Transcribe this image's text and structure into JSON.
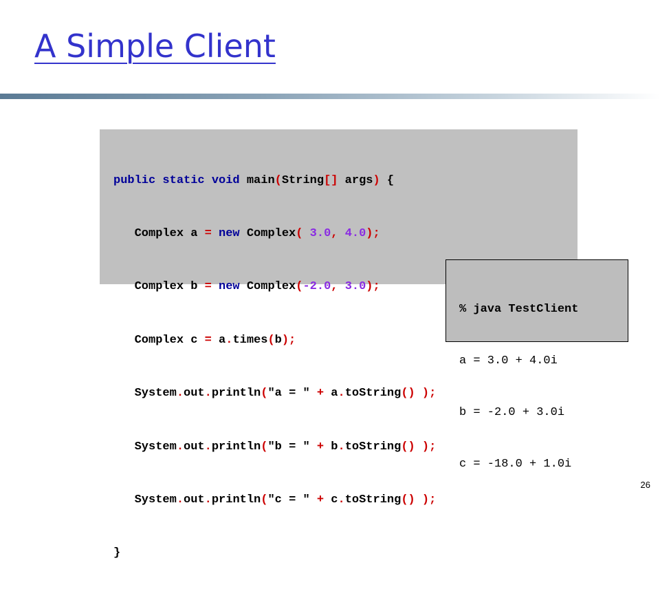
{
  "slide": {
    "title": "A Simple Client",
    "page_number": "26"
  },
  "code": [
    {
      "tokens": [
        {
          "t": "public static void ",
          "c": "kw"
        },
        {
          "t": "main",
          "c": "plain"
        },
        {
          "t": "(",
          "c": "op"
        },
        {
          "t": "String",
          "c": "plain"
        },
        {
          "t": "[]",
          "c": "op"
        },
        {
          "t": " args",
          "c": "plain"
        },
        {
          "t": ")",
          "c": "op"
        },
        {
          "t": " {",
          "c": "plain"
        }
      ]
    },
    {
      "tokens": [
        {
          "t": "   Complex a ",
          "c": "plain"
        },
        {
          "t": "=",
          "c": "op"
        },
        {
          "t": " ",
          "c": "plain"
        },
        {
          "t": "new",
          "c": "kw"
        },
        {
          "t": " Complex",
          "c": "plain"
        },
        {
          "t": "(",
          "c": "op"
        },
        {
          "t": " 3.0",
          "c": "lit"
        },
        {
          "t": ", ",
          "c": "op"
        },
        {
          "t": "4.0",
          "c": "lit"
        },
        {
          "t": ");",
          "c": "op"
        }
      ]
    },
    {
      "tokens": [
        {
          "t": "   Complex b ",
          "c": "plain"
        },
        {
          "t": "=",
          "c": "op"
        },
        {
          "t": " ",
          "c": "plain"
        },
        {
          "t": "new",
          "c": "kw"
        },
        {
          "t": " Complex",
          "c": "plain"
        },
        {
          "t": "(",
          "c": "op"
        },
        {
          "t": "-2.0",
          "c": "lit"
        },
        {
          "t": ", ",
          "c": "op"
        },
        {
          "t": "3.0",
          "c": "lit"
        },
        {
          "t": ");",
          "c": "op"
        }
      ]
    },
    {
      "tokens": [
        {
          "t": "   Complex c ",
          "c": "plain"
        },
        {
          "t": "=",
          "c": "op"
        },
        {
          "t": " a",
          "c": "plain"
        },
        {
          "t": ".",
          "c": "op"
        },
        {
          "t": "times",
          "c": "plain"
        },
        {
          "t": "(",
          "c": "op"
        },
        {
          "t": "b",
          "c": "plain"
        },
        {
          "t": ");",
          "c": "op"
        }
      ]
    },
    {
      "tokens": [
        {
          "t": "   System",
          "c": "plain"
        },
        {
          "t": ".",
          "c": "op"
        },
        {
          "t": "out",
          "c": "plain"
        },
        {
          "t": ".",
          "c": "op"
        },
        {
          "t": "println",
          "c": "plain"
        },
        {
          "t": "(",
          "c": "op"
        },
        {
          "t": "\"a = \"",
          "c": "str"
        },
        {
          "t": " + ",
          "c": "op"
        },
        {
          "t": "a",
          "c": "plain"
        },
        {
          "t": ".",
          "c": "op"
        },
        {
          "t": "toString",
          "c": "plain"
        },
        {
          "t": "()",
          "c": "op"
        },
        {
          "t": " );",
          "c": "op"
        }
      ]
    },
    {
      "tokens": [
        {
          "t": "   System",
          "c": "plain"
        },
        {
          "t": ".",
          "c": "op"
        },
        {
          "t": "out",
          "c": "plain"
        },
        {
          "t": ".",
          "c": "op"
        },
        {
          "t": "println",
          "c": "plain"
        },
        {
          "t": "(",
          "c": "op"
        },
        {
          "t": "\"b = \"",
          "c": "str"
        },
        {
          "t": " + ",
          "c": "op"
        },
        {
          "t": "b",
          "c": "plain"
        },
        {
          "t": ".",
          "c": "op"
        },
        {
          "t": "toString",
          "c": "plain"
        },
        {
          "t": "()",
          "c": "op"
        },
        {
          "t": " );",
          "c": "op"
        }
      ]
    },
    {
      "tokens": [
        {
          "t": "   System",
          "c": "plain"
        },
        {
          "t": ".",
          "c": "op"
        },
        {
          "t": "out",
          "c": "plain"
        },
        {
          "t": ".",
          "c": "op"
        },
        {
          "t": "println",
          "c": "plain"
        },
        {
          "t": "(",
          "c": "op"
        },
        {
          "t": "\"c = \"",
          "c": "str"
        },
        {
          "t": " + ",
          "c": "op"
        },
        {
          "t": "c",
          "c": "plain"
        },
        {
          "t": ".",
          "c": "op"
        },
        {
          "t": "toString",
          "c": "plain"
        },
        {
          "t": "()",
          "c": "op"
        },
        {
          "t": " );",
          "c": "op"
        }
      ]
    },
    {
      "tokens": [
        {
          "t": "}",
          "c": "plain"
        }
      ]
    }
  ],
  "terminal": {
    "command": "% java TestClient",
    "output": [
      "a = 3.0 + 4.0i",
      "b = -2.0 + 3.0i",
      "c = -18.0 + 1.0i"
    ]
  },
  "colors": {
    "title": "#3333cc",
    "keyword": "#000099",
    "operator": "#cc0000",
    "literal": "#8a2be2",
    "code_background": "#c0c0c0",
    "terminal_background": "#bdbdbd"
  }
}
